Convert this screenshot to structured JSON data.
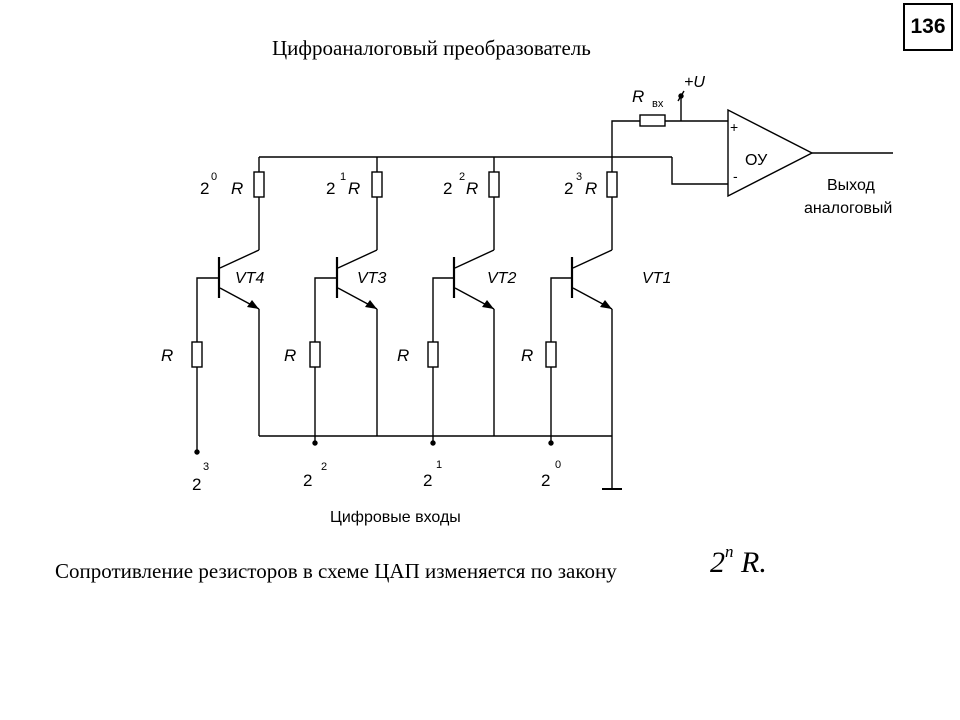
{
  "slide_number": "136",
  "title": "Цифроаналоговый преобразователь",
  "circuit": {
    "r_in_label": "R",
    "r_in_sub": "вх",
    "supply_label": "+U",
    "opamp_label": "ОУ",
    "plus_sign": "+",
    "minus_sign": "-",
    "output_line1": "Выход",
    "output_line2": "аналоговый",
    "collector_resistors": [
      {
        "base": "2",
        "exp": "0",
        "r": "R"
      },
      {
        "base": "2",
        "exp": "1",
        "r": "R"
      },
      {
        "base": "2",
        "exp": "2",
        "r": "R"
      },
      {
        "base": "2",
        "exp": "3",
        "r": "R"
      }
    ],
    "transistors": [
      "VT4",
      "VT3",
      "VT2",
      "VT1"
    ],
    "base_resistor_label": "R",
    "inputs": [
      {
        "base": "2",
        "exp": "3"
      },
      {
        "base": "2",
        "exp": "2"
      },
      {
        "base": "2",
        "exp": "1"
      },
      {
        "base": "2",
        "exp": "0"
      }
    ],
    "inputs_caption": "Цифровые входы"
  },
  "law_text": "Сопротивление резисторов в схеме ЦАП изменяется по закону",
  "formula": {
    "base": "2",
    "exp": "n",
    "tail": " R."
  }
}
